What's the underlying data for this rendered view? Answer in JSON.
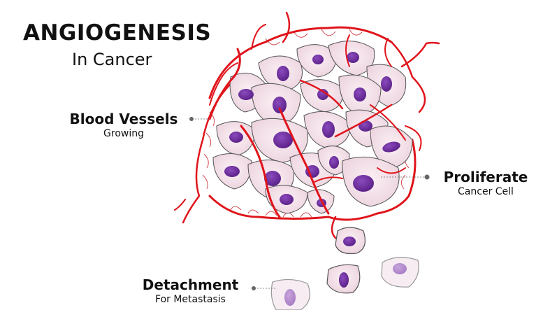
{
  "title": {
    "main": "ANGIOGENESIS",
    "sub": "In Cancer"
  },
  "labels": [
    {
      "id": "blood-vessels",
      "main": "Blood Vessels",
      "sub": "Growing"
    },
    {
      "id": "proliferate",
      "main": "Proliferate",
      "sub": "Cancer Cell"
    },
    {
      "id": "detachment",
      "main": "Detachment",
      "sub": "For Metastasis"
    }
  ],
  "colors": {
    "vessel": "#e0141b",
    "cell_fill": "#f3dfe7",
    "cell_outline": "#555555",
    "nucleus": "#6b2a9a",
    "nucleus_faded": "#b48ccf",
    "text": "#111111",
    "pointer": "#777777"
  }
}
